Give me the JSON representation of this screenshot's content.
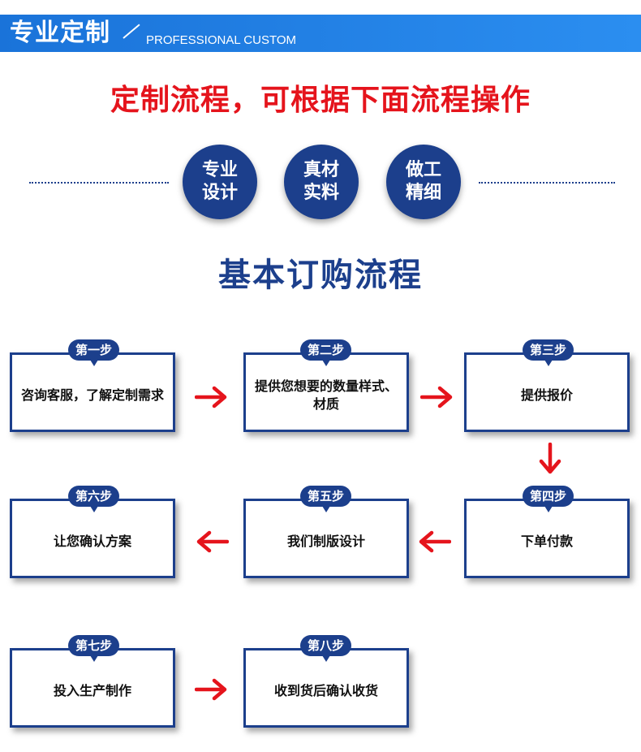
{
  "header": {
    "title": "专业定制",
    "subtitle": "PROFESSIONAL CUSTOM"
  },
  "headline": "定制流程，可根据下面流程操作",
  "features": [
    {
      "line1": "专业",
      "line2": "设计"
    },
    {
      "line1": "真材",
      "line2": "实料"
    },
    {
      "line1": "做工",
      "line2": "精细"
    }
  ],
  "section_title": "基本订购流程",
  "steps": [
    {
      "tag": "第一步",
      "text": "咨询客服，了解定制需求"
    },
    {
      "tag": "第二步",
      "text": "提供您想要的数量样式、材质"
    },
    {
      "tag": "第三步",
      "text": "提供报价"
    },
    {
      "tag": "第四步",
      "text": "下单付款"
    },
    {
      "tag": "第五步",
      "text": "我们制版设计"
    },
    {
      "tag": "第六步",
      "text": "让您确认方案"
    },
    {
      "tag": "第七步",
      "text": "投入生产制作"
    },
    {
      "tag": "第八步",
      "text": "收到货后确认收货"
    }
  ],
  "colors": {
    "header_blue": "#1a73d9",
    "navy": "#1c3f8c",
    "red": "#e5141c"
  },
  "icons": [
    "arrow-right-icon",
    "arrow-down-icon",
    "arrow-left-icon"
  ]
}
